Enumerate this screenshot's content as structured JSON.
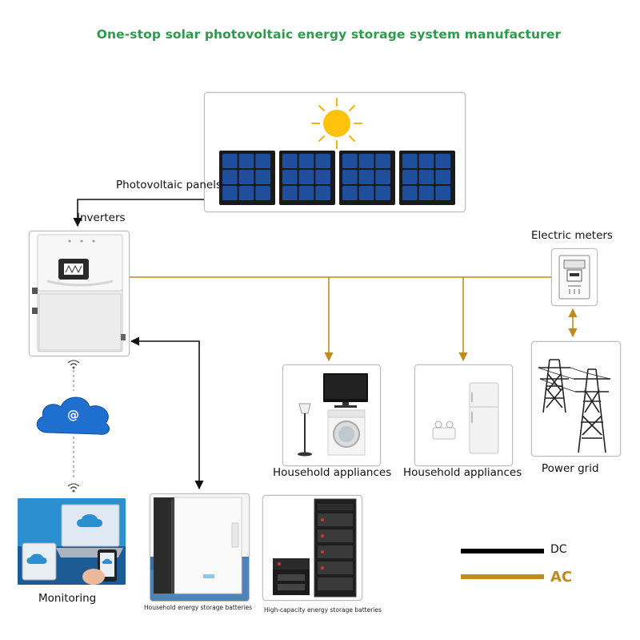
{
  "header": {
    "title": "One-stop solar photovoltaic energy storage system manufacturer"
  },
  "nodes": {
    "pv_panels": "Photovoltaic panels",
    "inverters": "Inverters",
    "electric_meters": "Electric meters",
    "appliances_1": "Household appliances",
    "appliances_2": "Household appliances",
    "power_grid": "Power grid",
    "monitoring": "Monitoring",
    "battery_household": "Household energy storage batteries",
    "battery_high_capacity": "High-capacity energy storage batteries",
    "cloud_symbol": "@"
  },
  "legend": {
    "dc": {
      "label": "DC",
      "color": "#000000"
    },
    "ac": {
      "label": "AC",
      "color": "#c08a1c"
    }
  }
}
